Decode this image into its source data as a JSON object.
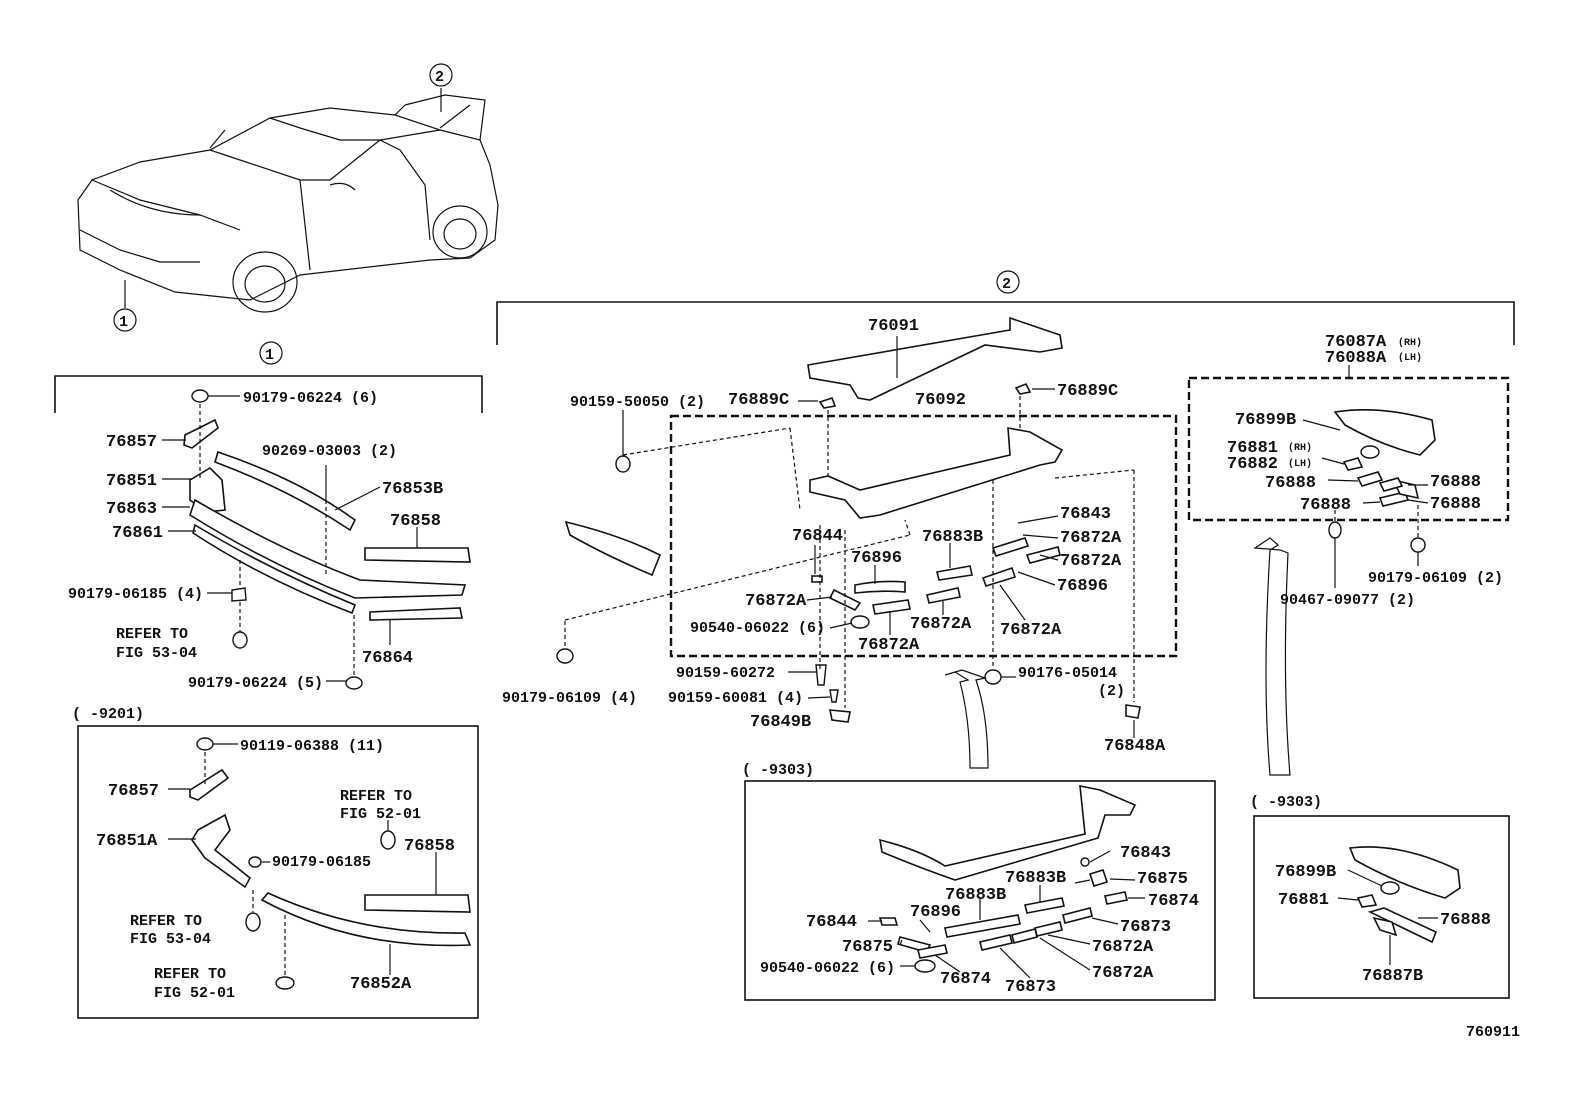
{
  "drawing_number": "760911",
  "group_markers": {
    "marker_1": "1",
    "marker_2": "2"
  },
  "front_panel": {
    "labels": {
      "p90179_06224_6": "90179-06224 (6)",
      "p76857": "76857",
      "p90269_03003_2": "90269-03003 (2)",
      "p76851": "76851",
      "p76853B": "76853B",
      "p76863": "76863",
      "p76858": "76858",
      "p76861": "76861",
      "p90179_06185_4": "90179-06185 (4)",
      "refer_to_a": "REFER TO",
      "fig_53_04_a": "FIG 53-04",
      "p76864": "76864",
      "p90179_06224_5": "90179-06224 (5)"
    }
  },
  "panel_9201": {
    "range": "(      -9201)",
    "labels": {
      "p90119_06388_11": "90119-06388 (11)",
      "p76857": "76857",
      "refer_to_b": "REFER TO",
      "fig_52_01_b": "FIG 52-01",
      "p76851A": "76851A",
      "p90179_06185": "90179-06185",
      "p76858": "76858",
      "refer_to_c": "REFER TO",
      "fig_53_04_c": "FIG 53-04",
      "refer_to_d": "REFER TO",
      "fig_52_01_d": "FIG 52-01",
      "p76852A": "76852A"
    }
  },
  "spoiler_panel": {
    "labels": {
      "p76091": "76091",
      "p76087A": "76087A",
      "rh_a": "(RH)",
      "p76088A": "76088A",
      "lh_a": "(LH)",
      "p90159_50050_2": "90159-50050 (2)",
      "p76889C_a": "76889C",
      "p76092": "76092",
      "p76889C_b": "76889C",
      "p76843": "76843",
      "p76844": "76844",
      "p76883B": "76883B",
      "p76872A_1": "76872A",
      "p76896_a": "76896",
      "p76872A_2": "76872A",
      "p76896_b": "76896",
      "p76872A_3": "76872A",
      "p90540_06022_6": "90540-06022 (6)",
      "p76872A_4": "76872A",
      "p76872A_5": "76872A",
      "p76872A_6": "76872A",
      "p90159_60272": "90159-60272",
      "p90176_05014": "90176-05014",
      "p90176_qty": "(2)",
      "p90179_06109_4": "90179-06109 (4)",
      "p90159_60081_4": "90159-60081 (4)",
      "p76849B": "76849B",
      "p76848A": "76848A",
      "p76899B": "76899B",
      "p76881": "76881",
      "rh_b": "(RH)",
      "p76882": "76882",
      "lh_b": "(LH)",
      "p76888_1": "76888",
      "p76888_2": "76888",
      "p76888_3": "76888",
      "p76888_4": "76888",
      "p90179_06109_2": "90179-06109 (2)",
      "p90467_09077_2": "90467-09077 (2)"
    }
  },
  "panel_9303_center": {
    "range": "(      -9303)",
    "labels": {
      "p76843": "76843",
      "p76883B_a": "76883B",
      "p76875_a": "76875",
      "p76883B_b": "76883B",
      "p76874_a": "76874",
      "p76844": "76844",
      "p76896": "76896",
      "p76873_a": "76873",
      "p76875_b": "76875",
      "p76872A_a": "76872A",
      "p90540_06022_6": "90540-06022 (6)",
      "p76874_b": "76874",
      "p76873_b": "76873",
      "p76872A_b": "76872A"
    }
  },
  "panel_9303_right": {
    "range": "(      -9303)",
    "labels": {
      "p76899B": "76899B",
      "p76881": "76881",
      "p76888": "76888",
      "p76887B": "76887B"
    }
  }
}
